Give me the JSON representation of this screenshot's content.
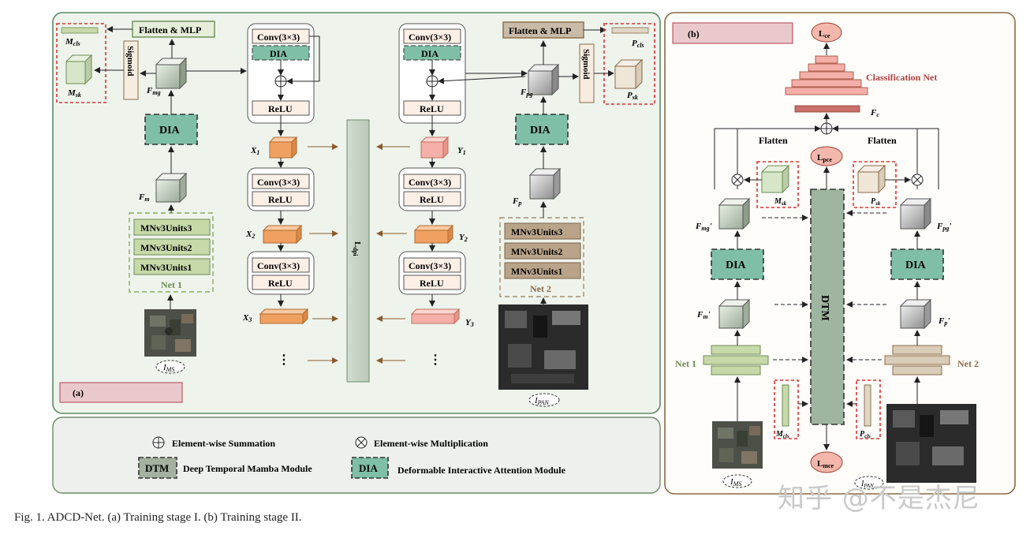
{
  "panel_a": {
    "label": "(a)",
    "flatten_mlp_left": "Flatten & MLP",
    "flatten_mlp_right": "Flatten & MLP",
    "sigmoid": "Sigmoid",
    "m_cls": "M",
    "m_cls_sub": "cls",
    "m_sk": "M",
    "m_sk_sub": "sk",
    "p_cls": "P",
    "p_cls_sub": "cls",
    "p_sk": "P",
    "p_sk_sub": "sk",
    "f_mg": "F",
    "f_mg_sub": "mg",
    "f_pg": "F",
    "f_pg_sub": "pg",
    "f_m": "F",
    "f_m_sub": "m",
    "f_p": "F",
    "f_p_sub": "p",
    "dia": "DIA",
    "conv": "Conv(3×3)",
    "relu": "ReLU",
    "units": [
      "MNv3Units3",
      "MNv3Units2",
      "MNv3Units1"
    ],
    "net1": "Net 1",
    "net2": "Net 2",
    "x1": "X",
    "x1_sub": "1",
    "x2": "X",
    "x2_sub": "2",
    "x3": "X",
    "x3_sub": "3",
    "y1": "Y",
    "y1_sub": "1",
    "y2": "Y",
    "y2_sub": "2",
    "y3": "Y",
    "y3_sub": "3",
    "l_dpi": "L",
    "l_dpi_sub": "dpi",
    "ellipsis": "⋮",
    "i_ms": "I",
    "i_ms_sub": "MS",
    "i_pan": "I",
    "i_pan_sub": "PAN"
  },
  "panel_b": {
    "label": "(b)",
    "l_ce": "L",
    "l_ce_sub": "ce",
    "classification_net": "Classification Net",
    "f_c": "F",
    "f_c_sub": "c",
    "flatten_left": "Flatten",
    "flatten_right": "Flatten",
    "l_pce": "L",
    "l_pce_sub": "pce",
    "l_mce": "L",
    "l_mce_sub": "mce",
    "m_sk": "M",
    "m_sk_sub": "sk",
    "p_sk": "P",
    "p_sk_sub": "sk",
    "f_mg_prime": "F",
    "f_mg_prime_sub": "mg",
    "f_pg_prime": "F",
    "f_pg_prime_sub": "pg",
    "f_m_prime": "F",
    "f_m_prime_sub": "m",
    "f_p_prime": "F",
    "f_p_prime_sub": "p",
    "prime": "'",
    "dia": "DIA",
    "dtm": "DTM",
    "net1": "Net 1",
    "net2": "Net 2",
    "m_cls": "M",
    "m_cls_sub": "cls",
    "p_cls": "P",
    "p_cls_sub": "cls",
    "i_ms": "I",
    "i_ms_sub": "MS",
    "i_pan": "I",
    "i_pan_sub": "PAN"
  },
  "legend": {
    "sum_label": "Element-wise Summation",
    "mul_label": "Element-wise Multiplication",
    "dtm_tag": "DTM",
    "dtm_label": "Deep Temporal Mamba Module",
    "dia_tag": "DIA",
    "dia_label": "Deformable Interactive Attention Module"
  },
  "caption": "Fig. 1.   ADCD-Net. (a) Training stage I. (b) Training stage II.",
  "watermark": "知乎 @不是杰尼",
  "colors": {
    "panel_a_border": "#5a8a6a",
    "panel_b_border": "#8a6a45",
    "dia_fill": "#7fbfa8",
    "net1_green": "#c7d9a8",
    "net2_brown": "#b9a48a",
    "orange": "#f0a060",
    "pink": "#f4b0a8",
    "red_dash": "#e03030",
    "dtm_fill": "#9fb59f"
  }
}
